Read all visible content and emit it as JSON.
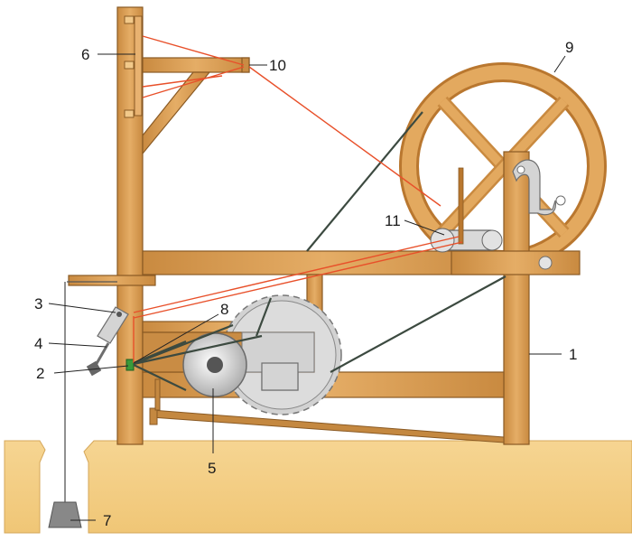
{
  "labels": [
    "1",
    "2",
    "3",
    "4",
    "5",
    "6",
    "7",
    "8",
    "9",
    "10",
    "11"
  ],
  "colors": {
    "wood": "#dfa45c",
    "wood_dark": "#b9772f",
    "table": "#f4cf87",
    "thread": "#e8502a",
    "belt": "#3c4a40",
    "metal": "#d4d4d4"
  }
}
